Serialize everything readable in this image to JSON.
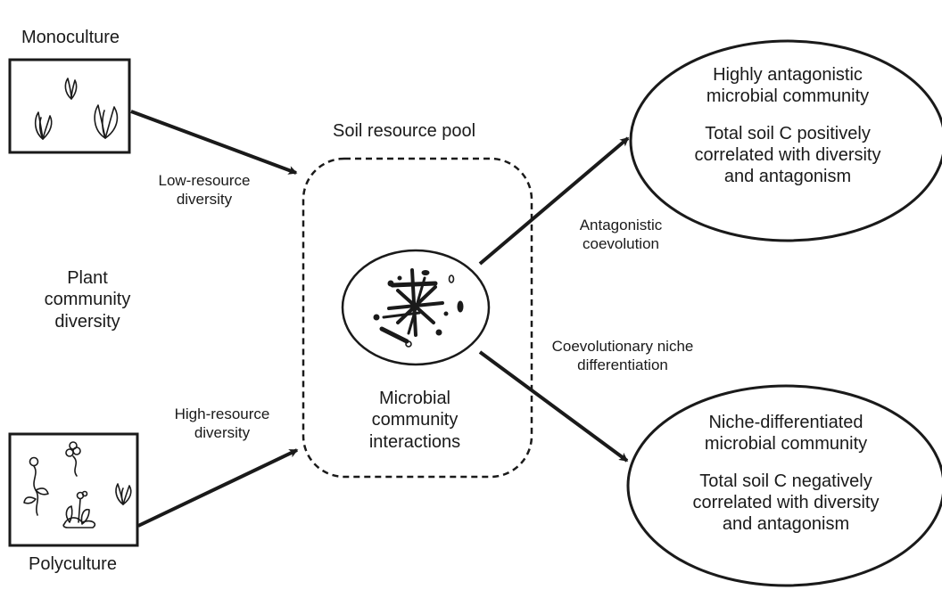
{
  "labels": {
    "monoculture": "Monoculture",
    "polyculture": "Polyculture",
    "plant_diversity": [
      "Plant",
      "community",
      "diversity"
    ],
    "soil_pool": "Soil resource pool",
    "low_resource": [
      "Low-resource",
      "diversity"
    ],
    "high_resource": [
      "High-resource",
      "diversity"
    ],
    "microbial_interactions": [
      "Microbial",
      "community",
      "interactions"
    ],
    "antagonistic": [
      "Antagonistic",
      "coevolution"
    ],
    "niche_diff": [
      "Coevolutionary niche",
      "differentiation"
    ]
  },
  "outcomes": {
    "antagonistic": {
      "community": [
        "Highly antagonistic",
        "microbial community"
      ],
      "carbon": [
        "Total soil C positively",
        "correlated with diversity",
        "and antagonism"
      ]
    },
    "niche": {
      "community": [
        "Niche-differentiated",
        "microbial community"
      ],
      "carbon": [
        "Total soil C negatively",
        "correlated with diversity",
        "and antagonism"
      ]
    }
  }
}
